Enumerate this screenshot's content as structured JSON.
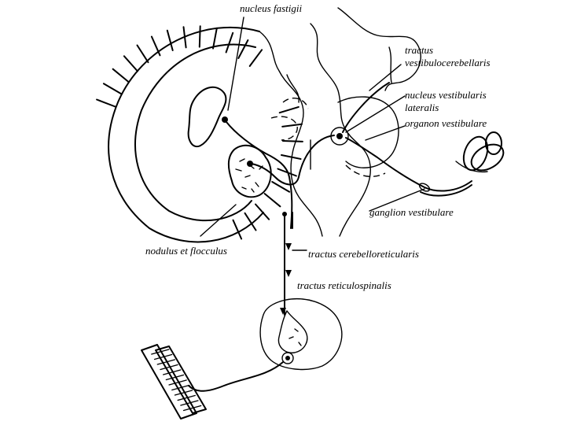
{
  "labels": {
    "nucleus_fastigii": "nucleus fastigii",
    "tractus": "tractus",
    "vestibulocerebellaris": "vestibulocerebellaris",
    "nucleus_vestibularis": "nucleus vestibularis",
    "lateralis": "lateralis",
    "organon_vestibulare": "organon vestibulare",
    "ganglion_vestibulare": "ganglion vestibulare",
    "nodulus_et_flocculus": "nodulus et flocculus",
    "tractus_cerebelloreticularis": "tractus cerebelloreticularis",
    "tractus_reticulospinalis": "tractus reticulospinalis"
  },
  "colors": {
    "ink": "#000000",
    "paper": "#ffffff"
  }
}
